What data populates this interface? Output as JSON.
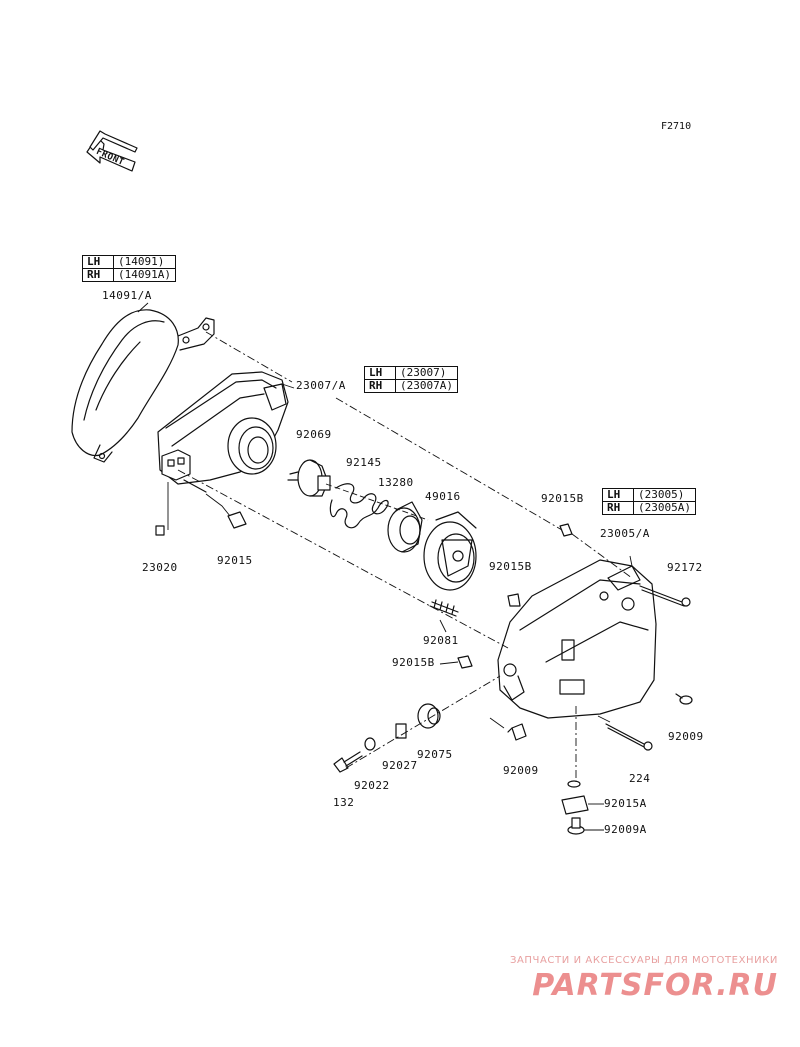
{
  "figure_ref": "F2710",
  "front_arrow_text": "FRONT",
  "variants": {
    "v14091": {
      "lh_code": "LH",
      "lh_value": "(14091)",
      "rh_code": "RH",
      "rh_value": "(14091A)"
    },
    "v23007": {
      "lh_code": "LH",
      "lh_value": "(23007)",
      "rh_code": "RH",
      "rh_value": "(23007A)"
    },
    "v23005": {
      "lh_code": "LH",
      "lh_value": "(23005)",
      "rh_code": "RH",
      "rh_value": "(23005A)"
    }
  },
  "parts": {
    "p14091A": "14091/A",
    "p23007A": "23007/A",
    "p92069": "92069",
    "p92145": "92145",
    "p13280": "13280",
    "p49016": "49016",
    "p92015B_a": "92015B",
    "p23005A": "23005/A",
    "p92172": "92172",
    "p92015B_b": "92015B",
    "p23020": "23020",
    "p92015": "92015",
    "p92081": "92081",
    "p92015B_c": "92015B",
    "p92075": "92075",
    "p92027": "92027",
    "p92022": "92022",
    "p92009_a": "92009",
    "p92009_b": "92009",
    "p224": "224",
    "p92015A": "92015A",
    "p92009A": "92009A",
    "p132": "132"
  },
  "watermark": {
    "line": "ЗАПЧАСТИ И АКСЕССУАРЫ ДЛЯ МОТОТЕХНИКИ",
    "brand": "PARTSFOR.RU",
    "color": "#e88f8f"
  }
}
